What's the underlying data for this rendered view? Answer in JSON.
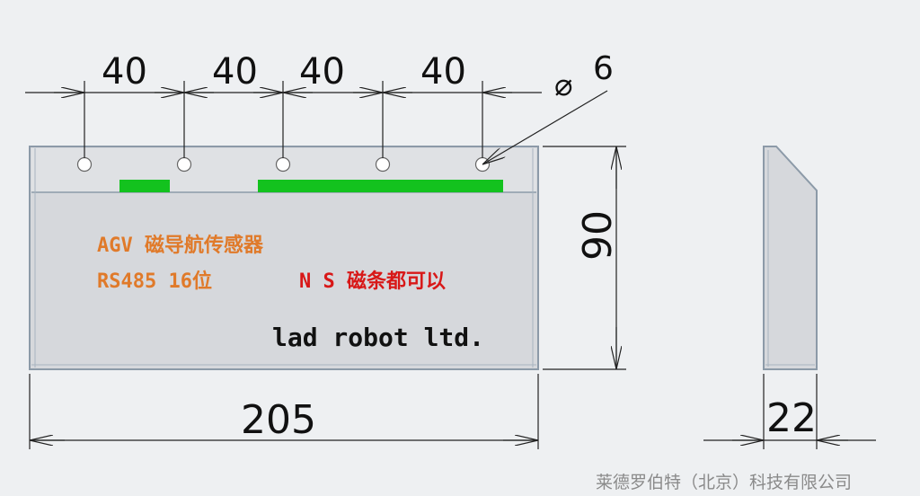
{
  "dimensions": {
    "spacing_1": "40",
    "spacing_2": "40",
    "spacing_3": "40",
    "spacing_4": "40",
    "hole_diameter": "6",
    "hole_diameter_symbol": "⌀",
    "height": "90",
    "width": "205",
    "thickness": "22"
  },
  "labels": {
    "line1": "AGV 磁导航传感器",
    "line2_left": "RS485 16位",
    "line2_right": "N S 磁条都可以",
    "brand": "lad robot ltd."
  },
  "footer": {
    "company": "莱德罗伯特（北京）科技有限公司"
  },
  "colors": {
    "label_orange": "#e07a2a",
    "label_red": "#d81818",
    "indicator_green": "#13c21e",
    "body_fill": "#d6d8dc",
    "body_edge": "#8c9aa8"
  }
}
